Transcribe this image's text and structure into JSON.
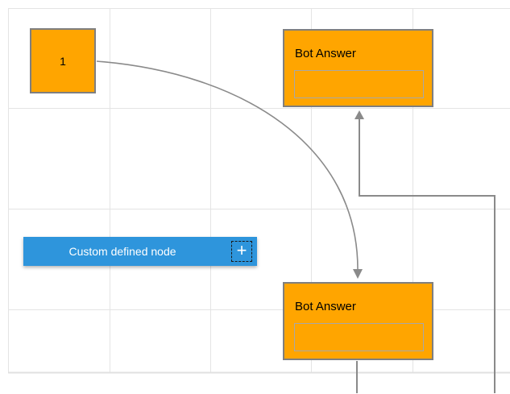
{
  "canvas": {
    "background": "#ffffff"
  },
  "colors": {
    "node_orange": "#ffa500",
    "node_border": "#7f7f7f",
    "inner_box_border": "#a8a8a8",
    "button_blue": "#2e95dc",
    "button_text": "#ffffff",
    "connector_gray": "#8a8a8a",
    "grid_line": "#e4e4e4",
    "canvas_border": "#e0e0e0"
  },
  "nodes": {
    "start": {
      "label": "1"
    },
    "bot_answer_top": {
      "title": "Bot Answer",
      "field_value": ""
    },
    "bot_answer_bottom": {
      "title": "Bot Answer",
      "field_value": ""
    },
    "custom": {
      "label": "Custom defined node",
      "port_glyph": "+"
    }
  },
  "connectors": [
    {
      "id": "curve",
      "from": "node-1",
      "to": "node-bot-answer-bottom",
      "shape": "bezier",
      "arrow": "target"
    },
    {
      "id": "orthogonal",
      "from": "offscreen-bottom",
      "to": "node-bot-answer-top",
      "shape": "elbow",
      "arrow": "target"
    },
    {
      "id": "drop-line",
      "from": "node-bot-answer-bottom",
      "to": "offscreen-bottom",
      "shape": "straight",
      "arrow": "none"
    }
  ]
}
